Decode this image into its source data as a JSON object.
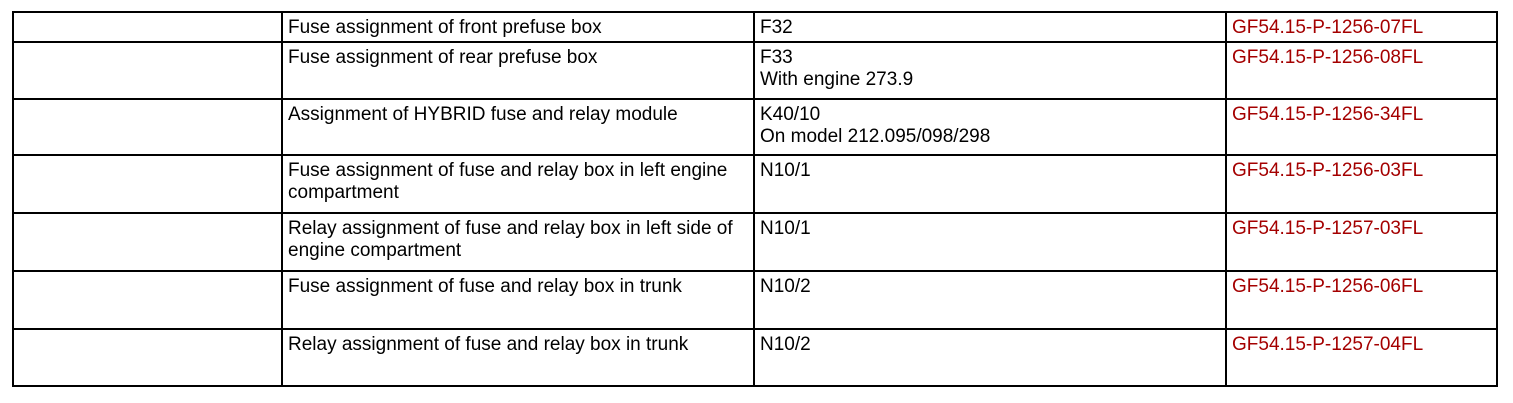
{
  "table": {
    "link_color": "#a40000",
    "rows": [
      {
        "description": "Fuse assignment of front prefuse box",
        "component": "F32",
        "note": "",
        "document": "GF54.15-P-1256-07FL"
      },
      {
        "description": "Fuse assignment of rear prefuse box",
        "component": "F33",
        "note": "With engine 273.9",
        "document": "GF54.15-P-1256-08FL"
      },
      {
        "description": "Assignment of HYBRID fuse and relay module",
        "component": "K40/10",
        "note": "On model 212.095/098/298",
        "document": "GF54.15-P-1256-34FL"
      },
      {
        "description": "Fuse assignment of fuse and relay box in left engine compartment",
        "component": "N10/1",
        "note": "",
        "document": "GF54.15-P-1256-03FL"
      },
      {
        "description": "Relay assignment of fuse and relay box in left side of engine compartment",
        "component": "N10/1",
        "note": "",
        "document": "GF54.15-P-1257-03FL"
      },
      {
        "description": "Fuse assignment of fuse and relay box in trunk",
        "component": "N10/2",
        "note": "",
        "document": "GF54.15-P-1256-06FL"
      },
      {
        "description": "Relay assignment of fuse and relay box in trunk",
        "component": "N10/2",
        "note": "",
        "document": "GF54.15-P-1257-04FL"
      }
    ]
  }
}
